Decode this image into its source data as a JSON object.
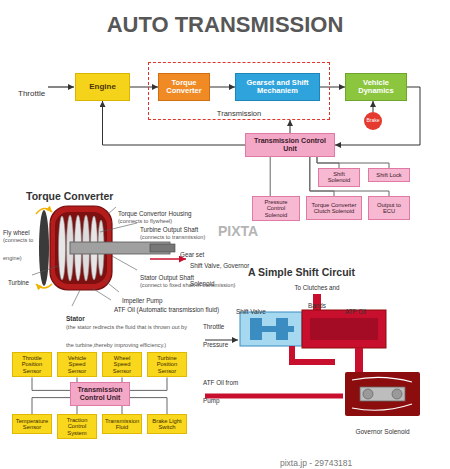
{
  "diagram": {
    "title": "AUTO TRANSMISSION",
    "nodes": [
      {
        "text": [
          "Engine"
        ]
      },
      {
        "text": [
          "Transmission"
        ]
      },
      {
        "text": [
          "Torque Converter"
        ],
        "in": 1
      },
      {
        "text": [
          "Gearset and Shift Mechaniem"
        ],
        "in": 1
      },
      {
        "text": [
          "Vehicle Dynamics"
        ]
      },
      {
        "text": [
          "Brake"
        ]
      },
      {
        "text": [
          "Transmission Control Unit"
        ]
      },
      {
        "text": [
          "Shift Solenoid"
        ]
      },
      {
        "text": [
          "Shift Lock"
        ]
      },
      {
        "text": [
          "Pressure Control Solenoid"
        ]
      },
      {
        "text": [
          "Torque Converter Clutch Solenoid"
        ]
      },
      {
        "text": [
          "Output to ECU"
        ]
      },
      {
        "text": [
          "Throttle Position Sensor"
        ]
      },
      {
        "text": [
          "Vehicle Speed Sensor"
        ]
      },
      {
        "text": [
          "Wheel Speed Sensor"
        ]
      },
      {
        "text": [
          "Turbine Position Sensor"
        ]
      },
      {
        "text": [
          "Transmission Control Unit"
        ]
      },
      {
        "text": [
          "Temperature Sensor"
        ]
      },
      {
        "text": [
          "Traction Control System"
        ]
      },
      {
        "text": [
          "Transmission Fluid"
        ]
      },
      {
        "text": [
          "Brake Light Switch"
        ]
      }
    ],
    "edges": [
      {
        "from": 0,
        "to": 2,
        "arrow": "to"
      },
      {
        "from": 2,
        "to": 3,
        "arrow": "to"
      },
      {
        "from": 3,
        "to": 4,
        "arrow": "to"
      },
      {
        "from": 5,
        "to": 4,
        "arrow": "to"
      },
      {
        "from": 4,
        "to": 6,
        "arrow": "to"
      },
      {
        "from": 6,
        "to": 0,
        "arrow": "to"
      },
      {
        "from": 6,
        "to": 1,
        "arrow": "to"
      },
      {
        "from": 6,
        "to": 7,
        "arrow": "none"
      },
      {
        "from": 6,
        "to": 8,
        "arrow": "none"
      },
      {
        "from": 6,
        "to": 9,
        "arrow": "none"
      },
      {
        "from": 6,
        "to": 10,
        "arrow": "none"
      },
      {
        "from": 6,
        "to": 11,
        "arrow": "none"
      },
      {
        "from": 12,
        "to": 16,
        "arrow": "none"
      },
      {
        "from": 13,
        "to": 16,
        "arrow": "none"
      },
      {
        "from": 14,
        "to": 16,
        "arrow": "none"
      },
      {
        "from": 15,
        "to": 16,
        "arrow": "none"
      },
      {
        "from": 17,
        "to": 16,
        "arrow": "none"
      },
      {
        "from": 18,
        "to": 16,
        "arrow": "none"
      },
      {
        "from": 19,
        "to": 16,
        "arrow": "none"
      },
      {
        "from": 20,
        "to": 16,
        "arrow": "none"
      }
    ],
    "labels": [
      "Throttle",
      "Torque Converter",
      "Torque Convertor Housing",
      "(connects to flywheel)",
      "Turbine Output Shaft",
      "(connects to transmission)",
      "Gear set",
      "Shift Valve, Governor Solenoid",
      "Stator Output Shaft",
      "(connect to fixed shaft in transmission)",
      "Impeller Pump",
      "ATF Oil (Automatic transmission fluid)",
      "Stator",
      "(the stator redirects the fluid that is thrown out by the turbine,thereby improving efficiency.)",
      "Fly wheel",
      "(connects to engine)",
      "Turbine",
      "PIXTA",
      "A Simple Shift Circuit",
      "To Clutches and Bands",
      "Shift Valve",
      "ATF Oil",
      "Throttle Pressure",
      "ATF Oil from Pump",
      "Governor Solenoid",
      "pixta.jp - 29743181"
    ]
  }
}
